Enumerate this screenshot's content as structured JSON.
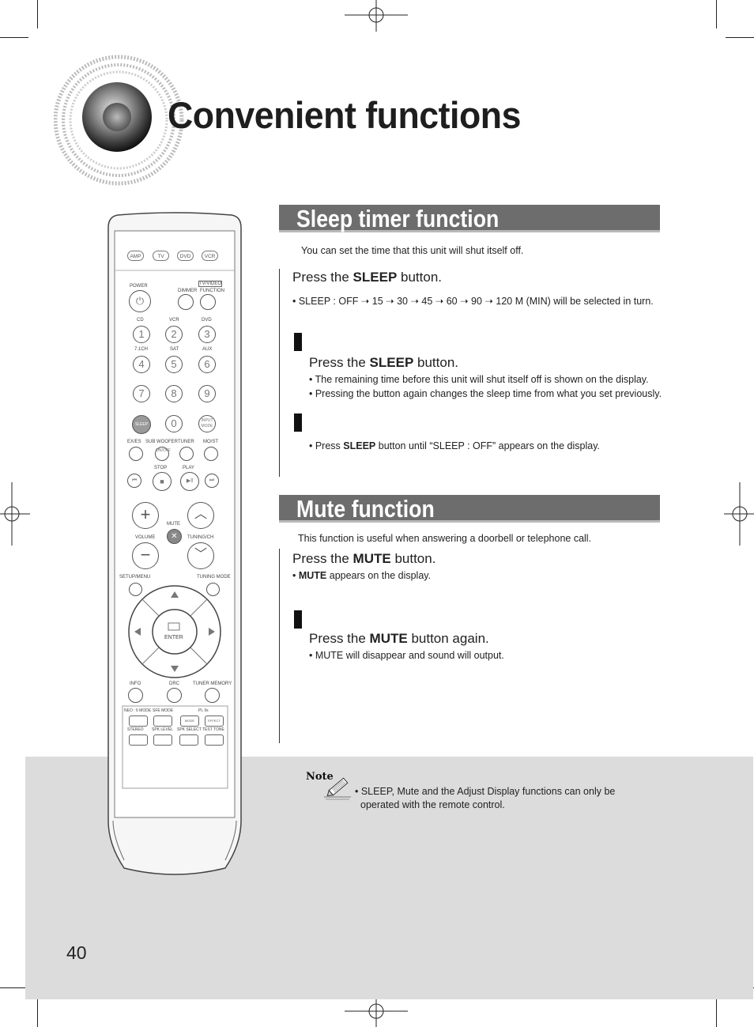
{
  "page": {
    "title": "Convenient functions",
    "page_number": "40"
  },
  "sleep": {
    "heading": "Sleep timer function",
    "intro": "You can set the time that this unit will shut itself off.",
    "step1": {
      "pre": "Press the ",
      "key": "SLEEP",
      "post": " button."
    },
    "step1_note": "• SLEEP : OFF ➝ 15 ➝ 30 ➝ 45 ➝ 60 ➝ 90 ➝ 120 M (MIN) will be selected in turn.",
    "step2": {
      "pre": "Press the ",
      "key": "SLEEP",
      "post": " button."
    },
    "step2_notes": [
      "• The remaining time before this unit will shut itself off is shown on the display.",
      "• Pressing the button again changes the sleep time from what you set previously."
    ],
    "step3_note": {
      "pre": "• Press ",
      "key": "SLEEP",
      "post": " button until “SLEEP : OFF” appears on the display."
    }
  },
  "mute": {
    "heading": "Mute function",
    "intro": "This function is useful when answering a doorbell or telephone call.",
    "step1": {
      "pre": "Press the ",
      "key": "MUTE",
      "post": " button."
    },
    "step1_note": {
      "pre": "• ",
      "key": "MUTE",
      "post": " appears on the display."
    },
    "step2": {
      "pre": "Press the ",
      "key": "MUTE",
      "post": " button again."
    },
    "step2_note": "• MUTE will disappear and sound will output."
  },
  "note": {
    "label": "Note",
    "lines": [
      "• SLEEP, Mute and the Adjust Display functions can only be",
      "operated with the remote control."
    ]
  },
  "remote": {
    "modes": [
      "AMP",
      "TV",
      "DVD",
      "VCR"
    ],
    "labels": {
      "power": "POWER",
      "tvvideo": "TV/VIDEO",
      "dimmer": "DIMMER",
      "function": "FUNCTION",
      "cd": "CD",
      "vcr": "VCR",
      "dvd": "DVD",
      "ch71": "7.1CH",
      "sat": "SAT",
      "aux": "AUX",
      "sleep": "SLEEP",
      "input_mode": "INPUT MODE",
      "exes": "EX/ES",
      "subwoofer": "SUB WOOFER",
      "tuner": "TUNER",
      "most": "MO/ST",
      "onoff": "ON/OFF",
      "stop": "STOP",
      "play": "PLAY",
      "mute": "MUTE",
      "volume": "VOLUME",
      "tuning_ch": "TUNING/CH",
      "setup_menu": "SETUP/MENU",
      "tuning_mode": "TUNING MODE",
      "enter": "ENTER",
      "info": "INFO",
      "drc": "DRC",
      "tuner_memory": "TUNER MEMORY",
      "neo6": "NEO : 6 MODE",
      "sfe_mode": "SFE MODE",
      "pl2x": "PL IIx",
      "mode": "MODE",
      "effect": "EFFECT",
      "stereo": "STEREO",
      "spk_level": "SPK LEVEL",
      "spk_select": "SPK SELECT",
      "test_tone": "TEST TONE"
    },
    "digits": [
      "1",
      "2",
      "3",
      "4",
      "5",
      "6",
      "7",
      "8",
      "9",
      "0"
    ]
  }
}
